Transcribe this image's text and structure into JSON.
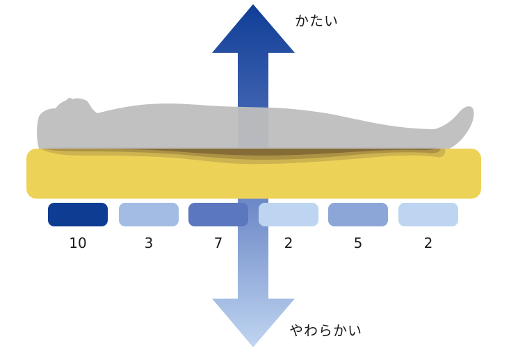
{
  "labels": {
    "hard": "かたい",
    "soft": "やわらかい"
  },
  "colors": {
    "mattress": "#EDD258",
    "body": "#BEBEBE",
    "arrow_top": "#0F3E96",
    "arrow_bottom": "#BFD5F0"
  },
  "zones": [
    {
      "value": "10",
      "color": "#0E3C92"
    },
    {
      "value": "3",
      "color": "#A2BCE4"
    },
    {
      "value": "7",
      "color": "#5B77BE"
    },
    {
      "value": "2",
      "color": "#BDD5F0"
    },
    {
      "value": "5",
      "color": "#8DA6D8"
    },
    {
      "value": "2",
      "color": "#BDD5F0"
    }
  ]
}
